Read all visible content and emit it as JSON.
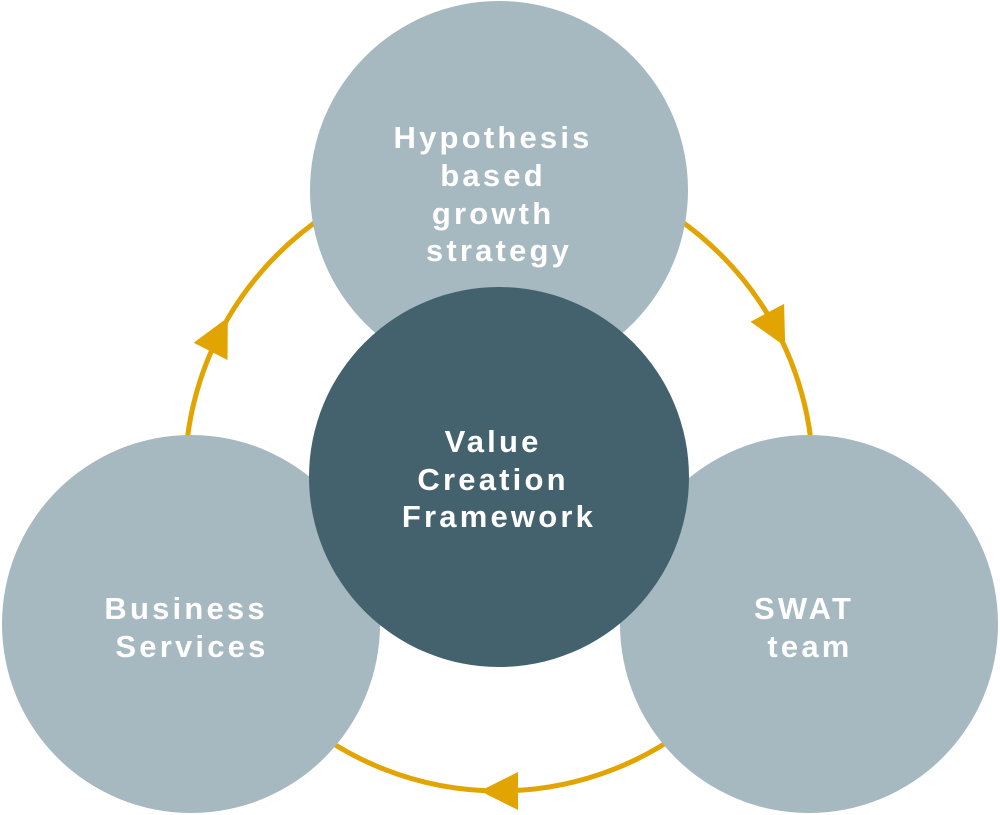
{
  "title": "Value Creation Framework cycle diagram",
  "colors": {
    "outer_circle": "#a6b8c0",
    "center_circle": "#43626d",
    "cycle_ring": "#e1a400",
    "label_text": "#ffffff",
    "background": "#ffffff"
  },
  "center": {
    "label_lines": [
      "Value",
      "Creation",
      "Framework"
    ]
  },
  "nodes": [
    {
      "id": "hypothesis",
      "label_lines": [
        "Hypothesis",
        "based",
        "growth",
        "strategy"
      ]
    },
    {
      "id": "swat",
      "label_lines": [
        "SWAT",
        "team"
      ]
    },
    {
      "id": "business-services",
      "label_lines": [
        "Business",
        "Services"
      ]
    }
  ],
  "cycle": {
    "direction": "clockwise",
    "arrows": [
      "hypothesis-to-swat",
      "swat-to-business-services",
      "business-services-to-hypothesis"
    ]
  }
}
